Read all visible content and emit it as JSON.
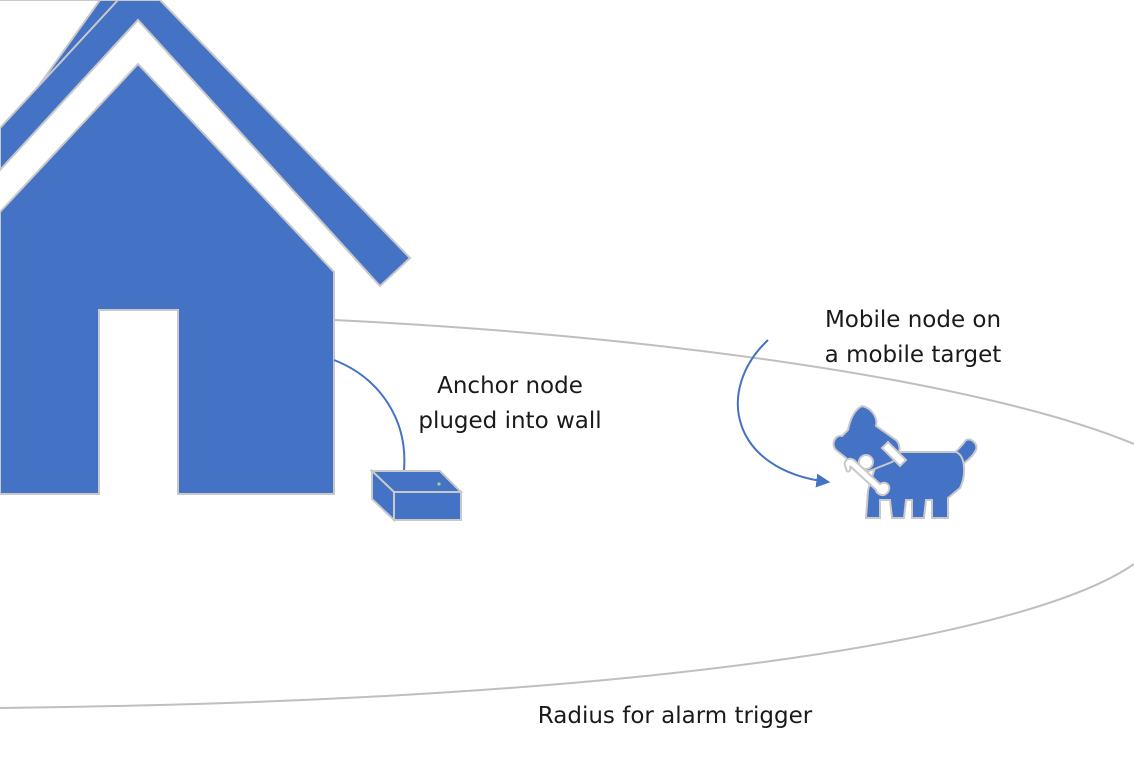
{
  "colors": {
    "shape_fill": "#4472C4",
    "shape_outline": "#C9C9C9",
    "radius_line": "#BFBFBF",
    "connector": "#4472C4",
    "background": "#FFFFFF",
    "text": "#1A1A1A"
  },
  "icons": {
    "house": "house-icon",
    "anchor_device": "anchor-device-icon",
    "dog": "dog-icon"
  },
  "labels": {
    "anchor_node": [
      "Anchor node",
      "pluged into wall"
    ],
    "mobile_node": [
      "Mobile node on",
      "a mobile target"
    ],
    "radius": "Radius for alarm trigger"
  }
}
